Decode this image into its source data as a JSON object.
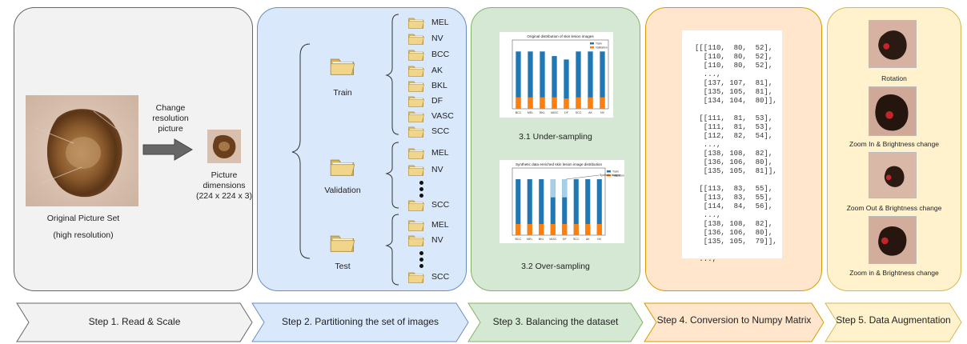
{
  "step1": {
    "caption_line1": "Original Picture Set",
    "caption_line2": "(high resolution)",
    "arrow_label": [
      "Change",
      "resolution",
      "picture"
    ],
    "small_caption": [
      "Picture",
      "dimensions",
      "(224 x 224 x 3)"
    ]
  },
  "step2": {
    "groups": [
      {
        "name": "Train",
        "classes": [
          "MEL",
          "NV",
          "BCC",
          "AK",
          "BKL",
          "DF",
          "VASC",
          "SCC"
        ]
      },
      {
        "name": "Validation",
        "classes": [
          "MEL",
          "NV",
          "SCC"
        ]
      },
      {
        "name": "Test",
        "classes": [
          "MEL",
          "NV",
          "SCC"
        ]
      }
    ]
  },
  "step3": {
    "caption1": "3.1 Under-sampling",
    "caption2": "3.2 Over-sampling",
    "chart_data": [
      {
        "type": "bar",
        "title": "Original distribution of skin lesion images",
        "categories": [
          "BCC",
          "MEL",
          "BKL",
          "VASC",
          "DF",
          "SCC",
          "AK",
          "NV"
        ],
        "series": [
          {
            "name": "Train",
            "values": [
              250,
              250,
              250,
              230,
              215,
              250,
              250,
              250
            ]
          },
          {
            "name": "Validation",
            "values": [
              50,
              50,
              50,
              50,
              45,
              50,
              50,
              50
            ]
          }
        ],
        "ylim": [
          0,
          300
        ]
      },
      {
        "type": "bar",
        "title": "Synthetic data enriched skin lesion image distribution",
        "categories": [
          "BCC",
          "MEL",
          "BKL",
          "VASC",
          "DF",
          "SCC",
          "AK",
          "NV"
        ],
        "series": [
          {
            "name": "Train",
            "values": [
              250,
              250,
              250,
              250,
              250,
              250,
              250,
              250
            ]
          },
          {
            "name": "Validation",
            "values": [
              50,
              50,
              50,
              50,
              50,
              50,
              50,
              50
            ]
          }
        ],
        "annotation": "Synthetic images",
        "ylim": [
          0,
          300
        ]
      }
    ]
  },
  "step4": {
    "matrix_lines": [
      "[[[110,  80,  52],",
      "  [110,  80,  52],",
      "  [110,  80,  52],",
      "  ...,",
      "  [137, 107,  81],",
      "  [135, 105,  81],",
      "  [134, 104,  80]],",
      "",
      " [[111,  81,  53],",
      "  [111,  81,  53],",
      "  [112,  82,  54],",
      "  ...,",
      "  [138, 108,  82],",
      "  [136, 106,  80],",
      "  [135, 105,  81]],",
      "",
      " [[113,  83,  55],",
      "  [113,  83,  55],",
      "  [114,  84,  56],",
      "  ...,",
      "  [138, 108,  82],",
      "  [136, 106,  80],",
      "  [135, 105,  79]],",
      "",
      " ...,"
    ]
  },
  "step5": {
    "captions": [
      "Rotation",
      "Zoom In & Brightness change",
      "Zoom Out & Brightness change",
      "Zoom in & Brightness change"
    ]
  },
  "steps": [
    "Step 1. Read & Scale",
    "Step 2. Partitioning the set of images",
    "Step 3. Balancing the dataset",
    "Step 4. Conversion to Numpy Matrix",
    "Step 5. Data Augmentation"
  ],
  "colors": {
    "panel1": "#f2f2f2",
    "panel1_border": "#666666",
    "panel2": "#dae8fc",
    "panel2_border": "#6c8ebf",
    "panel3": "#d5e8d4",
    "panel3_border": "#82b366",
    "panel4": "#ffe6cc",
    "panel4_border": "#d79b00",
    "panel5": "#fff2cc",
    "panel5_border": "#d6b656",
    "bar_train": "#1f77b4",
    "bar_validation": "#ff7f0e"
  }
}
